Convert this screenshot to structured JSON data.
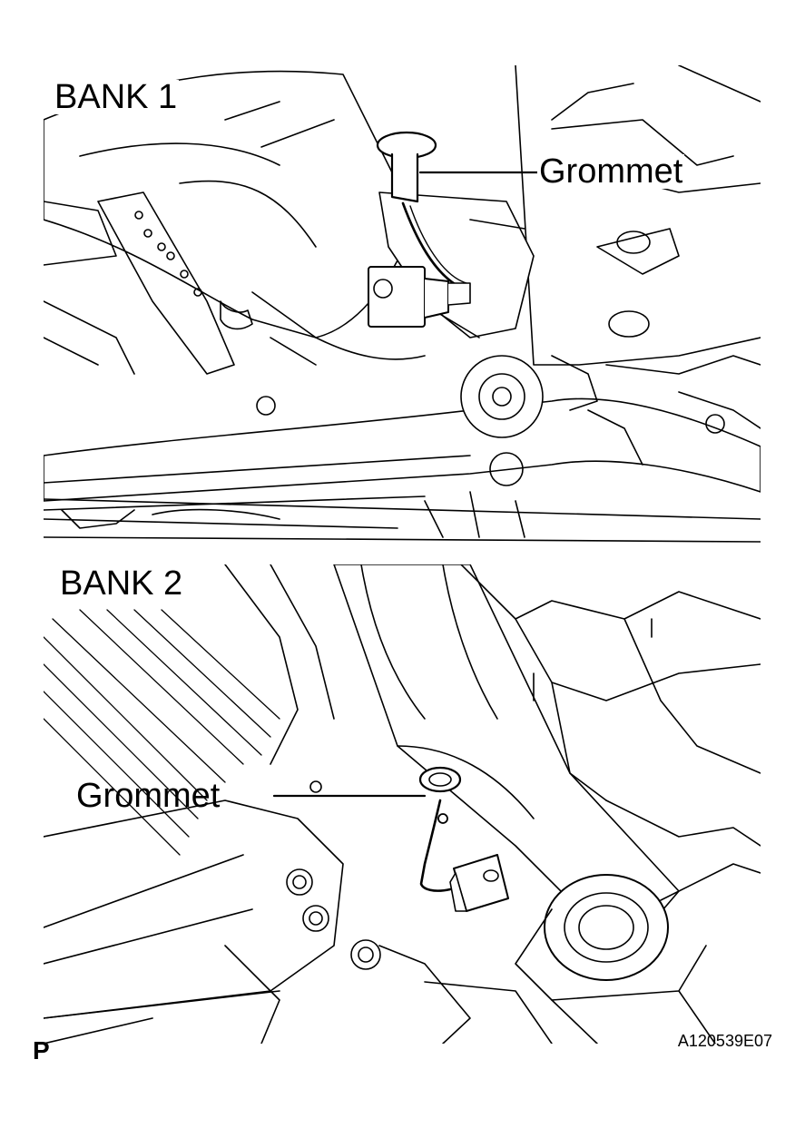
{
  "figure": {
    "bank1": {
      "label": "BANK 1",
      "callout": "Grommet"
    },
    "bank2": {
      "label": "BANK 2",
      "callout": "Grommet"
    },
    "page_mark": "P",
    "figure_id": "A120539E07"
  }
}
